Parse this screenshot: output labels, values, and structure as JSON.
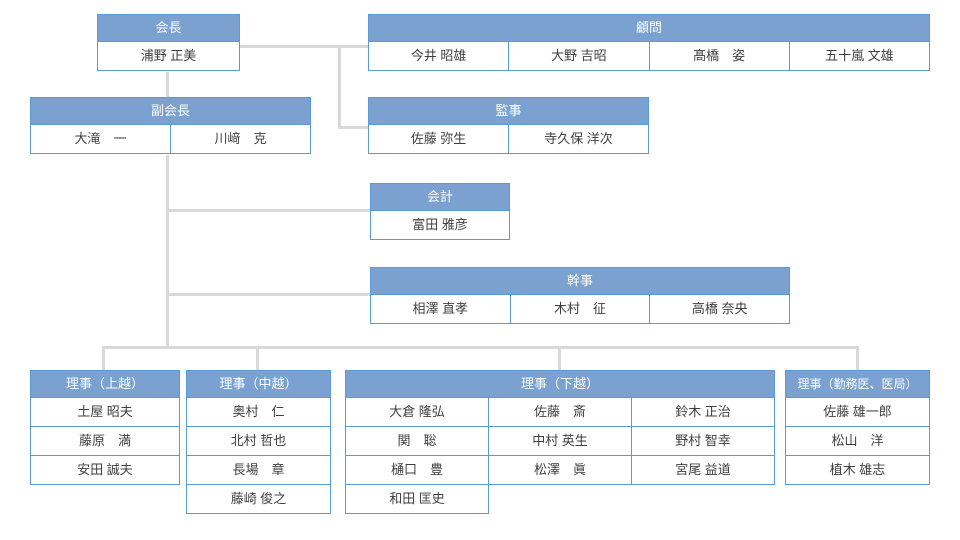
{
  "org_chart": {
    "colors": {
      "header_bg": "#7aa1cf",
      "border": "#5b9bd5",
      "connector": "#d9d9d9",
      "text": "#3f3f3f",
      "header_text": "#ffffff"
    },
    "groups": {
      "chairman": {
        "title": "会長",
        "members": [
          "浦野 正美"
        ]
      },
      "advisors": {
        "title": "顧問",
        "members": [
          "今井 昭雄",
          "大野 吉昭",
          "髙橋　姿",
          "五十嵐 文雄"
        ]
      },
      "vice_chairmen": {
        "title": "副会長",
        "members": [
          "大滝　一",
          "川﨑　克"
        ]
      },
      "auditors": {
        "title": "監事",
        "members": [
          "佐藤 弥生",
          "寺久保 洋次"
        ]
      },
      "accountant": {
        "title": "会計",
        "members": [
          "富田 雅彦"
        ]
      },
      "secretaries": {
        "title": "幹事",
        "members": [
          "相澤 直孝",
          "木村　征",
          "高橋 奈央"
        ]
      },
      "directors_joetsu": {
        "title": "理事（上越）",
        "members": [
          "土屋 昭夫",
          "藤原　満",
          "安田 誠夫"
        ]
      },
      "directors_chuetsu": {
        "title": "理事（中越）",
        "members": [
          "奥村　仁",
          "北村 哲也",
          "長場　章",
          "藤崎 俊之"
        ]
      },
      "directors_kaetsu": {
        "title": "理事（下越）",
        "members": [
          "大倉 隆弘",
          "佐藤　斎",
          "鈴木 正治",
          "関　聡",
          "中村 英生",
          "野村 智幸",
          "樋口　豊",
          "松澤　眞",
          "宮尾 益道",
          "和田 匡史"
        ]
      },
      "directors_hospital": {
        "title": "理事（勤務医、医局）",
        "members": [
          "佐藤 雄一郎",
          "松山　洋",
          "植木 雄志"
        ]
      }
    }
  }
}
